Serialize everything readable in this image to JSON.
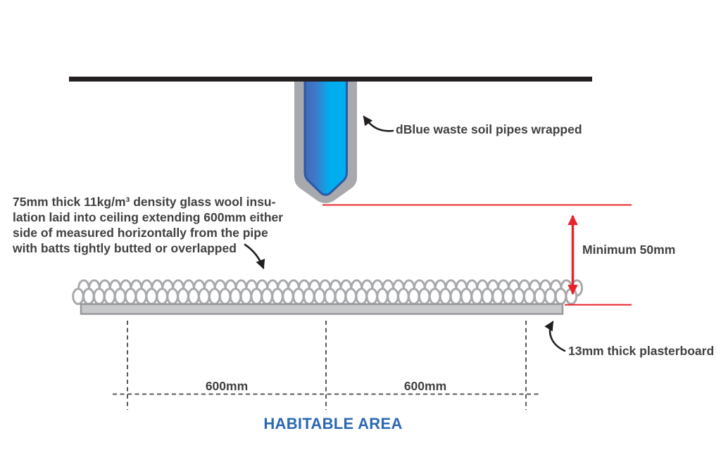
{
  "colors": {
    "ceiling-black": "#231F20",
    "wrap-gray": "#A7A9AC",
    "pipe-blue-left": "#3E6CB6",
    "pipe-blue-mid": "#3F79C8",
    "pipe-blue-bright": "#00AEEF",
    "pipe-blue-edge": "#2B59A8",
    "insulation-outline": "#A7A9AC",
    "plasterboard-fill": "#C8C9CB",
    "plasterboard-border": "#97999C",
    "dim-red": "#E8232B",
    "dashed-gray": "#58595B",
    "text-dark": "#414042",
    "habitable-blue": "#2A68B4"
  },
  "annotations": {
    "pipe_label": "dBlue waste soil pipes wrapped",
    "insulation_note_lines": [
      "75mm thick 11kg/m³ density glass wool insu-",
      "lation laid into ceiling extending 600mm either",
      "side of measured horizontally from the pipe",
      "with batts tightly butted or overlapped"
    ],
    "min_gap_label": "Minimum 50mm",
    "plasterboard_label": "13mm thick plasterboard",
    "dim_left": "600mm",
    "dim_right": "600mm",
    "area_label": "HABITABLE AREA"
  }
}
